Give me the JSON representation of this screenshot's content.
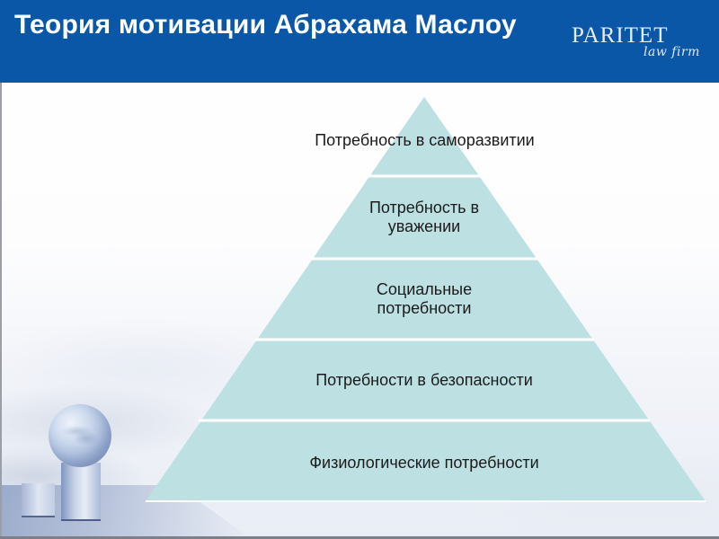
{
  "header": {
    "title": "Теория мотивации Абрахама Маслоу",
    "logo": {
      "name": "PARITET",
      "subtitle": "law firm"
    }
  },
  "colors": {
    "header_bg": "#0a57a8",
    "pyramid_fill": "#bde0e3",
    "band_separator": "#ffffff",
    "text": "#1b1b1b"
  },
  "pyramid": {
    "levels": [
      {
        "label": "Потребность в саморазвитии"
      },
      {
        "label": "Потребность в уважении"
      },
      {
        "label": "Социальные потребности"
      },
      {
        "label": "Потребности в безопасности"
      },
      {
        "label": "Физиологические потребности"
      }
    ]
  }
}
